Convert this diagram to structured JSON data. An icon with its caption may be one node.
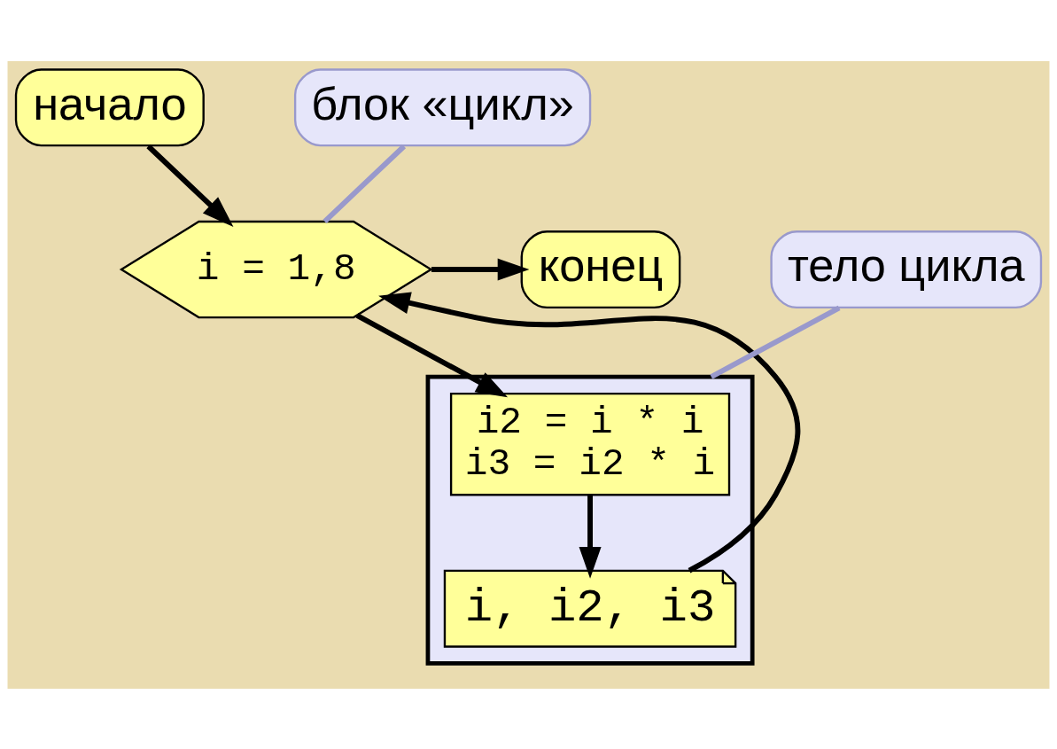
{
  "diagram": {
    "nodes": [
      {
        "text": [
          "начало"
        ]
      },
      {
        "text": [
          "i = 1,8"
        ]
      },
      {
        "text": [
          "конец"
        ]
      },
      {
        "text": [],
        "shape": "box"
      },
      {
        "text": [
          "i2 = i * i",
          "i3 = i2 * i"
        ],
        "in": 3
      },
      {
        "text": [
          "i, i2, i3"
        ],
        "in": 3
      },
      {
        "text": [
          "блок «цикл»"
        ]
      },
      {
        "text": [
          "тело цикла"
        ]
      }
    ],
    "edges": [
      {
        "from": 0,
        "to": 1,
        "arrow": "to"
      },
      {
        "from": 1,
        "to": 2,
        "arrow": "to"
      },
      {
        "from": 1,
        "to": 4,
        "arrow": "to"
      },
      {
        "from": 4,
        "to": 5,
        "arrow": "to"
      },
      {
        "from": 5,
        "to": 1,
        "arrow": "to"
      },
      {
        "from": 6,
        "to": 1,
        "arrow": "none",
        "color": "#9999cc"
      },
      {
        "from": 7,
        "to": 3,
        "arrow": "none",
        "color": "#9999cc"
      }
    ]
  }
}
